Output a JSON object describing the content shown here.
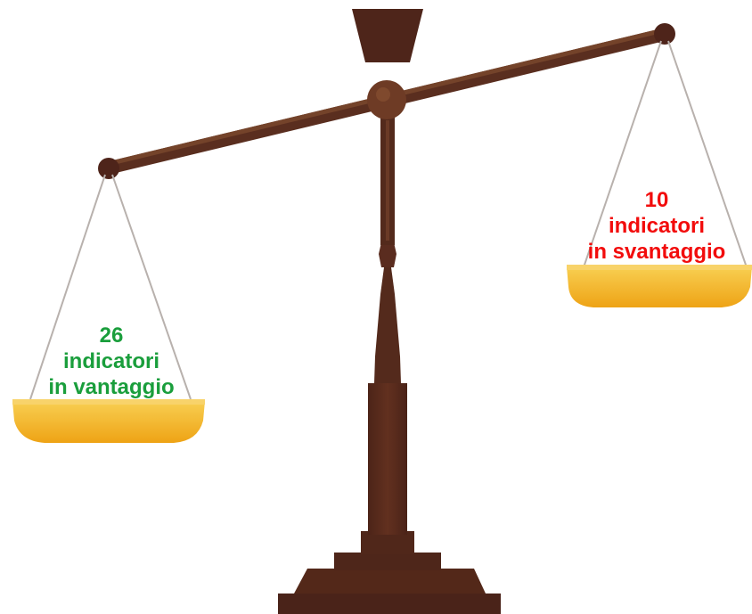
{
  "left_pan": {
    "count": "26",
    "line1": "indicatori",
    "line2": "in vantaggio",
    "color": "#1a9e3c"
  },
  "right_pan": {
    "count": "10",
    "line1": "indicatori",
    "line2": "in svantaggio",
    "color": "#f20c0c"
  },
  "colors": {
    "wood_dark": "#4a2419",
    "wood_mid": "#5a2c1f",
    "wood_light": "#7a4a2c",
    "pan_gold": "#f2b51d",
    "pan_gold_light": "#f8cf52",
    "string": "#b8b1ad"
  }
}
